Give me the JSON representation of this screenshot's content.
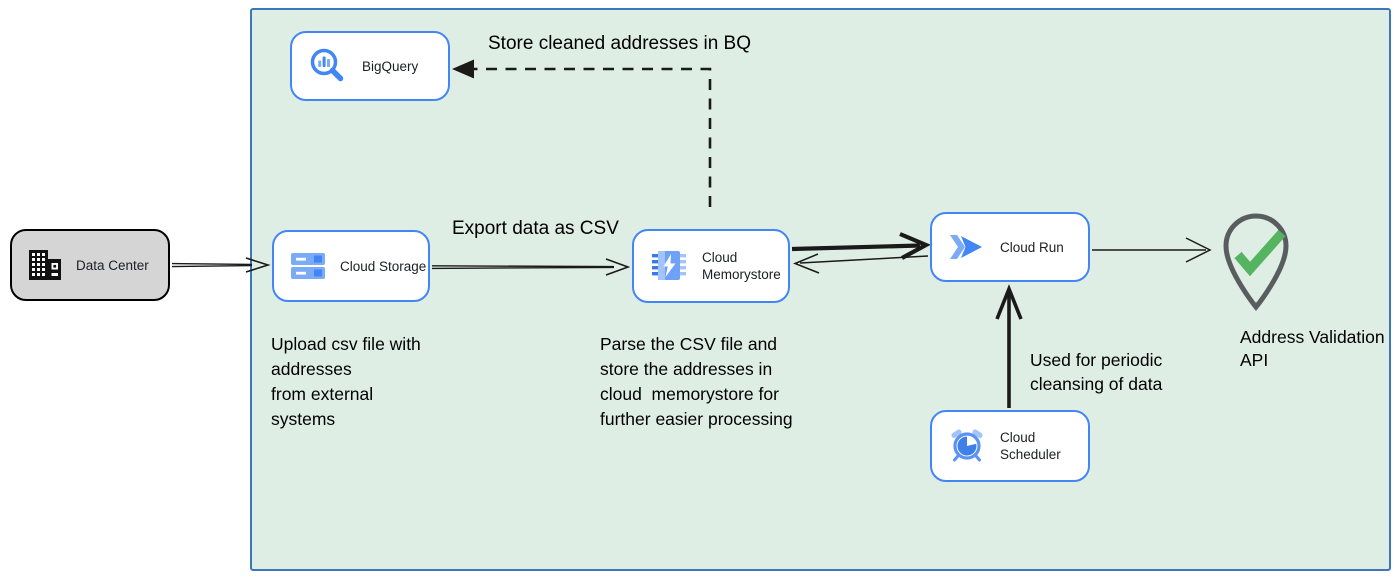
{
  "colors": {
    "canvas_bg": "#ffffff",
    "container_fill": "#dfeee5",
    "container_border": "#3c77b9",
    "node_fill": "#ffffff",
    "node_border": "#4285f4",
    "datacenter_fill": "#d5d5d5",
    "datacenter_border": "#000000",
    "arrow_color": "#1a1a1a",
    "icon_blue": "#4285f4",
    "icon_mid_blue": "#7baaf7",
    "icon_light_blue": "#a3c4fa",
    "pin_gray": "#595d5f",
    "check_green": "#55b45f",
    "text_color": "#000000"
  },
  "nodes": {
    "data_center": {
      "label": "Data Center"
    },
    "bigquery": {
      "label": "BigQuery"
    },
    "cloud_storage": {
      "label": "Cloud Storage"
    },
    "cloud_memorystore": {
      "label": "Cloud\nMemorystore"
    },
    "cloud_run": {
      "label": "Cloud Run"
    },
    "cloud_scheduler": {
      "label": "Cloud Scheduler"
    },
    "address_validation_api": {
      "label": "Address Validation\nAPI"
    }
  },
  "annotations": {
    "store_cleaned": "Store cleaned addresses in BQ",
    "export_csv": "Export data as CSV",
    "upload_note": "Upload csv file with\naddresses\nfrom external\nsystems",
    "parse_note": "Parse the CSV file and\nstore the addresses in\ncloud  memorystore for\nfurther easier processing",
    "periodic_note": "Used for periodic\ncleansing of data"
  }
}
